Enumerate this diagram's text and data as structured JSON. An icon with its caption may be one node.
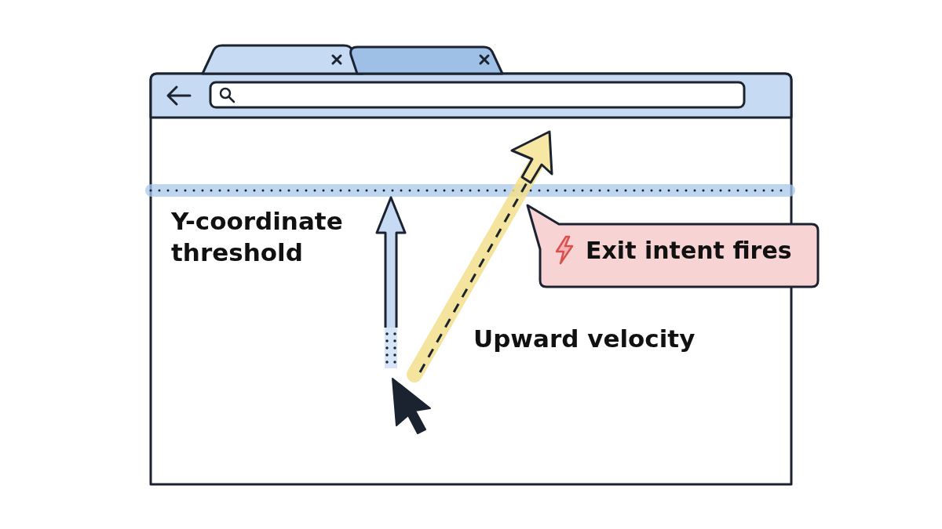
{
  "diagram": {
    "nodes": [
      {
        "text": [
          "Exit intent fires"
        ]
      }
    ],
    "labels": [
      "Y-coordinate threshold",
      "Upward velocity"
    ]
  }
}
